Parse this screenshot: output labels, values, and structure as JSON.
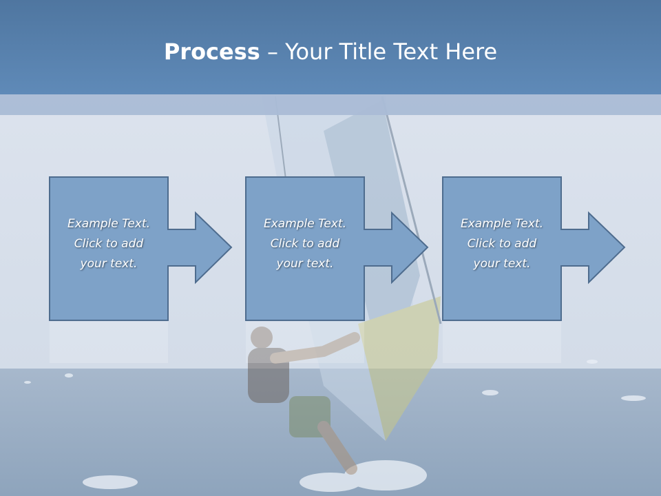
{
  "title": {
    "bold": "Process",
    "rest": " – Your Title Text Here"
  },
  "steps": [
    {
      "lines": [
        "Example Text.",
        "Click  to add",
        "your text."
      ]
    },
    {
      "lines": [
        "Example Text.",
        "Click  to add",
        "your text."
      ]
    },
    {
      "lines": [
        "Example Text.",
        "Click  to add",
        "your text."
      ]
    }
  ],
  "colors": {
    "header": "#5f8ab8",
    "box_fill": "#7ea2c8",
    "box_stroke": "#4e6c8e"
  }
}
